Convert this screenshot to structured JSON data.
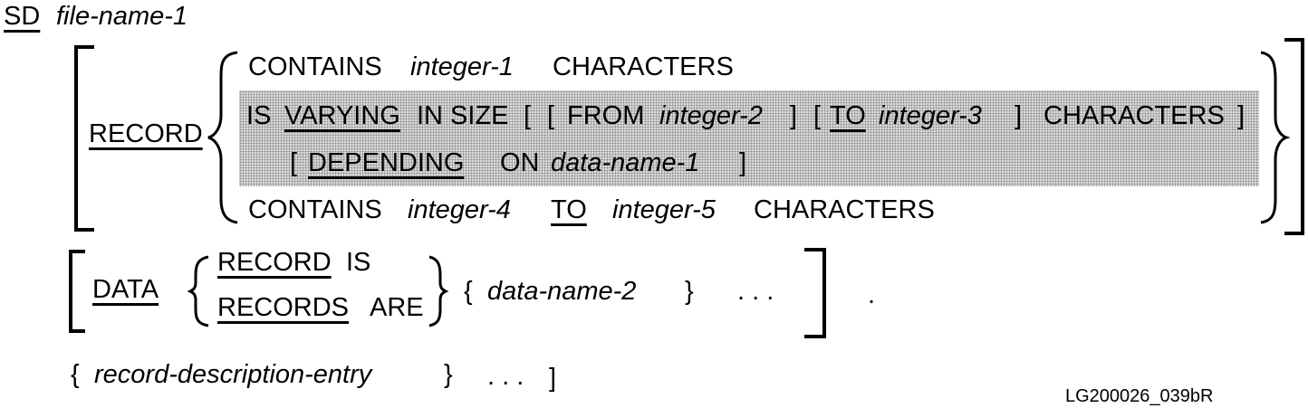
{
  "line1": {
    "kw": "SD",
    "param": "file-name-1"
  },
  "record": {
    "kw": "RECORD",
    "opt1": {
      "contains": "CONTAINS",
      "param": "integer-1",
      "chars": "CHARACTERS"
    },
    "opt2": {
      "is": "IS",
      "varying": "VARYING",
      "in_size": "IN SIZE",
      "lbr1": "[",
      "lbr2": "[",
      "from": "FROM",
      "param2": "integer-2",
      "rbr2": "]",
      "lbr3": "[",
      "to": "TO",
      "param3": "integer-3",
      "rbr3": "]",
      "chars": "CHARACTERS",
      "rbr1": "]",
      "dep_lbr": "[",
      "depending": "DEPENDING",
      "on": "ON",
      "dep_param": "data-name-1",
      "dep_rbr": "]"
    },
    "opt3": {
      "contains": "CONTAINS",
      "param4": "integer-4",
      "to": "TO",
      "param5": "integer-5",
      "chars": "CHARACTERS"
    }
  },
  "data_clause": {
    "kw": "DATA",
    "rec1": "RECORD",
    "is": "IS",
    "rec2": "RECORDS",
    "are": "ARE",
    "lbrace": "{",
    "param": "data-name-2",
    "rbrace": "}",
    "ellipsis": ". . .",
    "period": "."
  },
  "entry": {
    "lbrace": "{",
    "param": "record-description-entry",
    "rbrace": "}",
    "ellipsis": ". . .",
    "rbr": "]"
  },
  "ref_label": "LG200026_039bR"
}
